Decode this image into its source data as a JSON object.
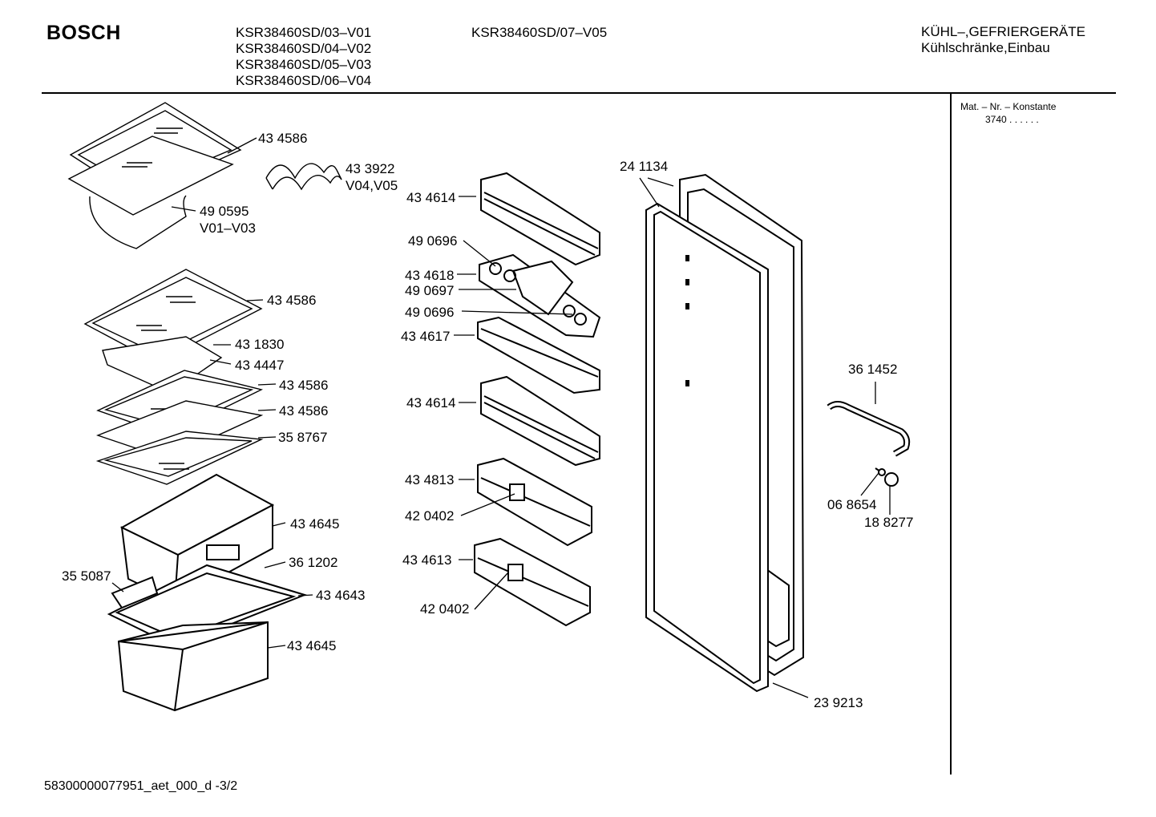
{
  "header": {
    "brand": "BOSCH",
    "models": [
      "KSR38460SD/03–V01",
      "KSR38460SD/04–V02",
      "KSR38460SD/05–V03",
      "KSR38460SD/06–V04"
    ],
    "model_extra": "KSR38460SD/07–V05",
    "category": "KÜHL–,GEFRIERGERÄTE",
    "subcategory": "Kühlschränke,Einbau"
  },
  "sidebar": {
    "title": "Mat. – Nr. – Konstante",
    "value": "3740  .  .  .  .  .  ."
  },
  "labels": [
    {
      "id": "l1",
      "text": "43 4586"
    },
    {
      "id": "l2",
      "text": "43 3922"
    },
    {
      "id": "l3",
      "text": "V04,V05"
    },
    {
      "id": "l4",
      "text": "49 0595"
    },
    {
      "id": "l5",
      "text": "V01–V03"
    },
    {
      "id": "l6",
      "text": "43 4586"
    },
    {
      "id": "l7",
      "text": "43 1830"
    },
    {
      "id": "l8",
      "text": "43 4447"
    },
    {
      "id": "l9",
      "text": "43 4586"
    },
    {
      "id": "l10",
      "text": "43 4586"
    },
    {
      "id": "l11",
      "text": "35 8767"
    },
    {
      "id": "l12",
      "text": "43 4645"
    },
    {
      "id": "l13",
      "text": "35 5087"
    },
    {
      "id": "l14",
      "text": "36 1202"
    },
    {
      "id": "l15",
      "text": "43 4643"
    },
    {
      "id": "l16",
      "text": "43 4645"
    },
    {
      "id": "l17",
      "text": "43 4614"
    },
    {
      "id": "l18",
      "text": "49 0696"
    },
    {
      "id": "l19",
      "text": "43 4618"
    },
    {
      "id": "l20",
      "text": "49 0697"
    },
    {
      "id": "l21",
      "text": "49 0696"
    },
    {
      "id": "l22",
      "text": "43 4617"
    },
    {
      "id": "l23",
      "text": "43 4614"
    },
    {
      "id": "l24",
      "text": "43 4813"
    },
    {
      "id": "l25",
      "text": "42 0402"
    },
    {
      "id": "l26",
      "text": "43 4613"
    },
    {
      "id": "l27",
      "text": "42 0402"
    },
    {
      "id": "l28",
      "text": "24 1134"
    },
    {
      "id": "l29",
      "text": "36 1452"
    },
    {
      "id": "l30",
      "text": "06 8654"
    },
    {
      "id": "l31",
      "text": "18 8277"
    },
    {
      "id": "l32",
      "text": "23 9213"
    }
  ],
  "footer": {
    "doc_id": "58300000077951_aet_000_d -3/2"
  }
}
